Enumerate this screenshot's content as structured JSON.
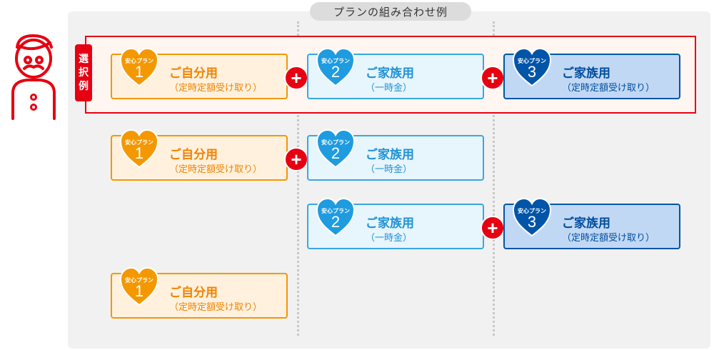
{
  "title": "プランの組み合わせ例",
  "selected_label": [
    "選",
    "択",
    "例"
  ],
  "plans": {
    "p1": {
      "tag": "安心プラン",
      "number": "1",
      "title": "ご自分用",
      "subtitle": "（定時定額受け取り）"
    },
    "p2": {
      "tag": "安心プラン",
      "number": "2",
      "title": "ご家族用",
      "subtitle": "（一時金）"
    },
    "p3": {
      "tag": "安心プラン",
      "number": "3",
      "title": "ご家族用",
      "subtitle": "（定時定額受け取り）"
    }
  },
  "plus_symbol": "+",
  "colors": {
    "accent_red": "#e60012",
    "plan1": "#f39800",
    "plan2": "#39a7e3",
    "plan3": "#0055a8"
  }
}
